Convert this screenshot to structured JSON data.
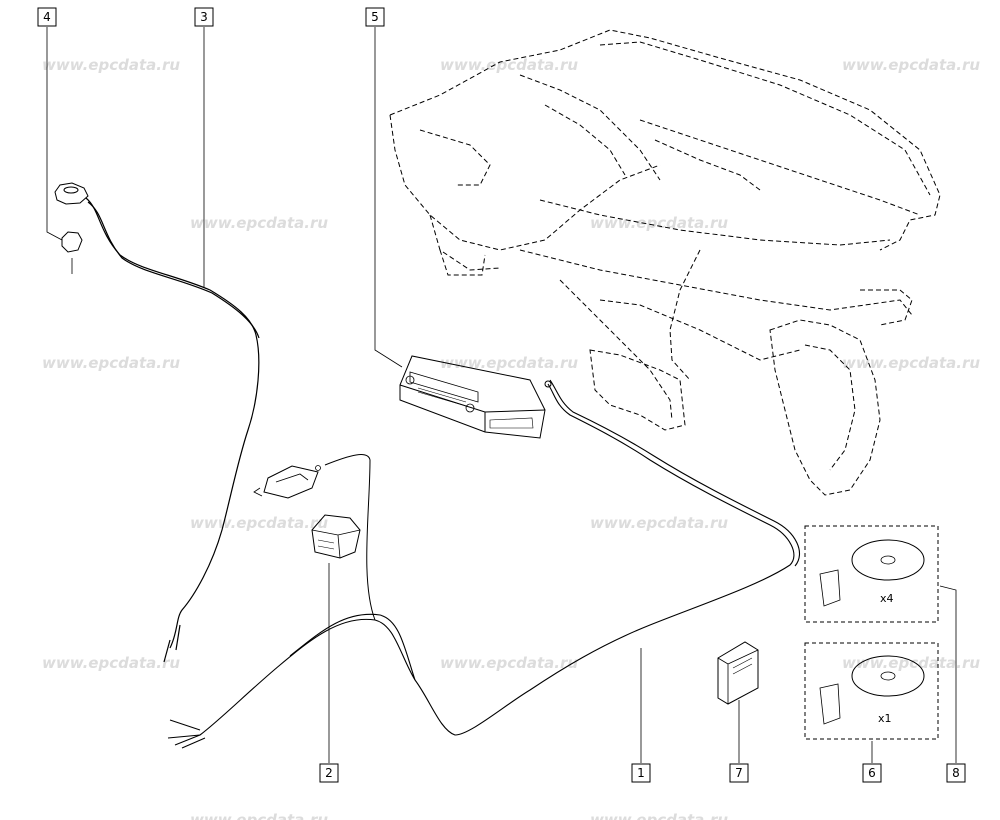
{
  "watermark": "www.epcdata.ru",
  "callouts": [
    "1",
    "2",
    "3",
    "4",
    "5",
    "6",
    "7",
    "8"
  ],
  "quantities": {
    "kit_top": "x4",
    "kit_bottom": "x1"
  },
  "colors": {
    "ink": "#000000",
    "watermark": "#dcdcdc",
    "background": "#ffffff"
  },
  "icons": [
    "radio-unit-icon",
    "antenna-cable-icon",
    "antenna-base-icon",
    "module-box-icon",
    "manual-booklet-icon",
    "cd-disc-icon",
    "leaflet-icon",
    "dashboard-outline-icon"
  ]
}
